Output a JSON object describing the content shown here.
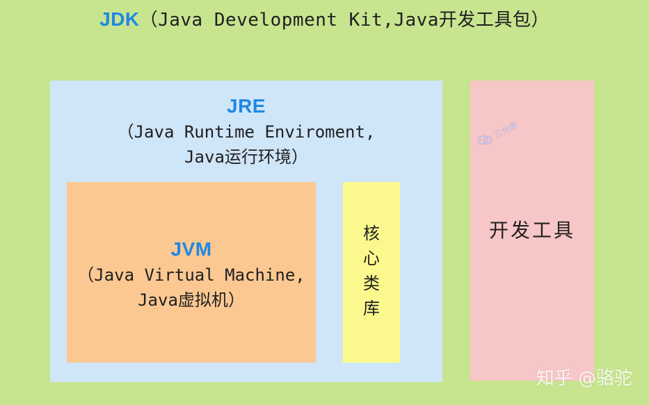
{
  "title": {
    "acronym": "JDK",
    "text": "（Java Development Kit,Java开发工具包）"
  },
  "jre": {
    "acronym": "JRE",
    "line1": "（Java Runtime Enviroment,",
    "line2": "Java运行环境）"
  },
  "jvm": {
    "acronym": "JVM",
    "line1": "（Java Virtual Machine,",
    "line2": "Java虚拟机）"
  },
  "core_library": {
    "chars": [
      "核",
      "心",
      "类",
      "库"
    ]
  },
  "dev_tools": {
    "label": "开发工具"
  },
  "watermarks": {
    "stamp": "三分恶",
    "site": "知乎 @骆驼"
  },
  "colors": {
    "background": "#c7e48f",
    "jre": "#cfe5f8",
    "jvm": "#fbc892",
    "core_library": "#fbf98e",
    "dev_tools": "#f7c6c6",
    "accent": "#1e88e5"
  }
}
